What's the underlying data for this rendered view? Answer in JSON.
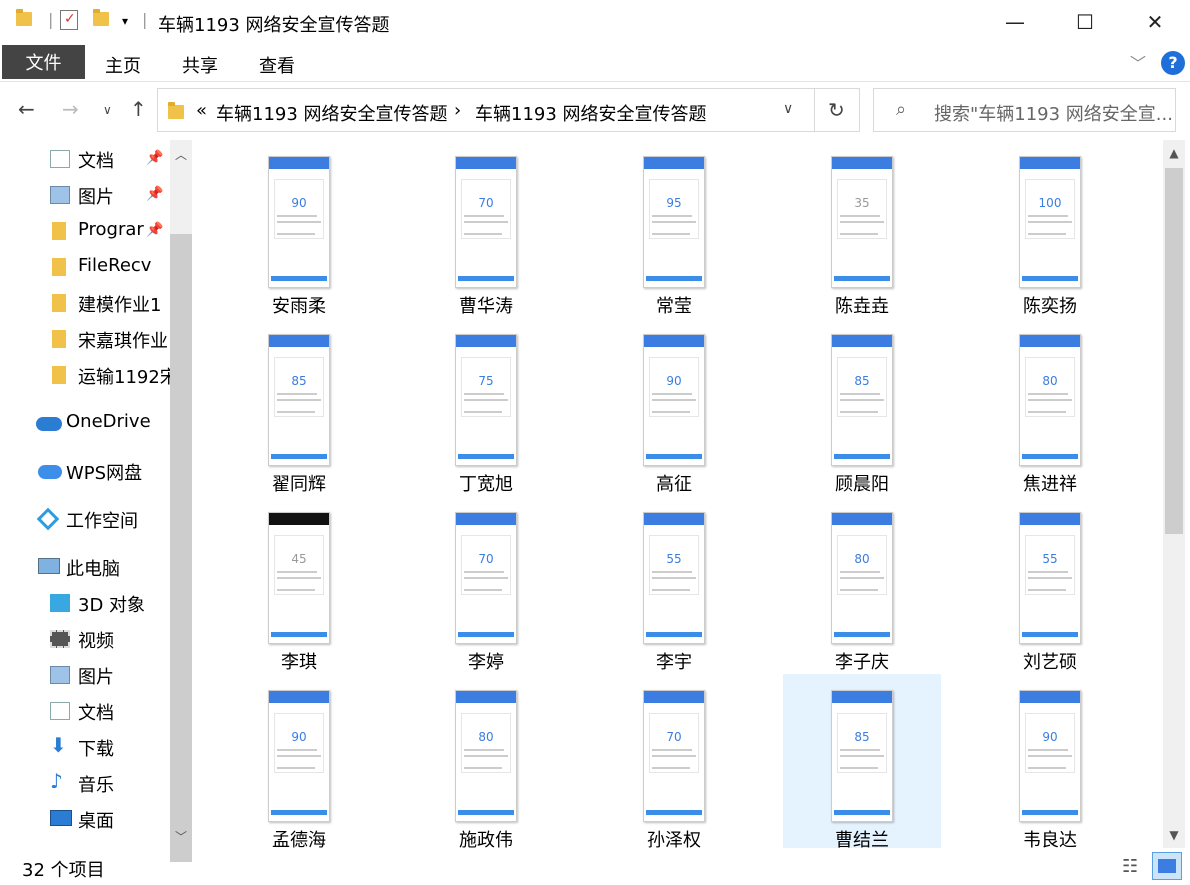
{
  "window": {
    "title": "车辆1193 网络安全宣传答题",
    "minimize": "—",
    "maximize": "☐",
    "close": "✕"
  },
  "ribbon": {
    "file": "文件",
    "tabs": [
      "主页",
      "共享",
      "查看"
    ],
    "help": "?"
  },
  "address": {
    "prefix": "«",
    "segments": [
      "车辆1193 网络安全宣传答题",
      "车辆1193 网络安全宣传答题"
    ],
    "separator": "›"
  },
  "search": {
    "placeholder": "搜索\"车辆1193 网络安全宣..."
  },
  "sidebar": {
    "items": [
      {
        "label": "文档",
        "icon": "document-icon",
        "pinned": true
      },
      {
        "label": "图片",
        "icon": "picture-icon",
        "pinned": true
      },
      {
        "label": "Prograr",
        "icon": "folder-icon",
        "pinned": true
      },
      {
        "label": "FileRecv",
        "icon": "folder-icon",
        "pinned": false
      },
      {
        "label": "建模作业1",
        "icon": "folder-icon",
        "pinned": false
      },
      {
        "label": "宋嘉琪作业",
        "icon": "folder-icon",
        "pinned": false
      },
      {
        "label": "运输1192宋",
        "icon": "folder-icon",
        "pinned": false
      },
      {
        "label": "OneDrive",
        "icon": "cloud-icon",
        "pinned": false
      },
      {
        "label": "WPS网盘",
        "icon": "cloud-icon",
        "pinned": false
      },
      {
        "label": "工作空间",
        "icon": "workspace-icon",
        "pinned": false
      },
      {
        "label": "此电脑",
        "icon": "computer-icon",
        "pinned": false
      },
      {
        "label": "3D 对象",
        "icon": "3d-object-icon",
        "pinned": false
      },
      {
        "label": "视频",
        "icon": "video-icon",
        "pinned": false
      },
      {
        "label": "图片",
        "icon": "picture-icon",
        "pinned": false
      },
      {
        "label": "文档",
        "icon": "document-icon",
        "pinned": false
      },
      {
        "label": "下载",
        "icon": "download-icon",
        "pinned": false
      },
      {
        "label": "音乐",
        "icon": "music-icon",
        "pinned": false
      },
      {
        "label": "桌面",
        "icon": "desktop-icon",
        "pinned": false
      }
    ]
  },
  "files": [
    {
      "name": "安雨柔",
      "score": "90"
    },
    {
      "name": "曹华涛",
      "score": "70"
    },
    {
      "name": "常莹",
      "score": "95"
    },
    {
      "name": "陈垚垚",
      "score": "35"
    },
    {
      "name": "陈奕扬",
      "score": "100"
    },
    {
      "name": "翟同辉",
      "score": "85"
    },
    {
      "name": "丁宽旭",
      "score": "75"
    },
    {
      "name": "高征",
      "score": "90"
    },
    {
      "name": "顾晨阳",
      "score": "85"
    },
    {
      "name": "焦进祥",
      "score": "80"
    },
    {
      "name": "李琪",
      "score": "45"
    },
    {
      "name": "李婷",
      "score": "70"
    },
    {
      "name": "李宇",
      "score": "55"
    },
    {
      "name": "李子庆",
      "score": "80"
    },
    {
      "name": "刘艺硕",
      "score": "55"
    },
    {
      "name": "孟德海",
      "score": "90"
    },
    {
      "name": "施政伟",
      "score": "80"
    },
    {
      "name": "孙泽权",
      "score": "70"
    },
    {
      "name": "曹结兰",
      "score": "85"
    },
    {
      "name": "韦良达",
      "score": "90"
    }
  ],
  "status": {
    "count": "32 个项目"
  }
}
